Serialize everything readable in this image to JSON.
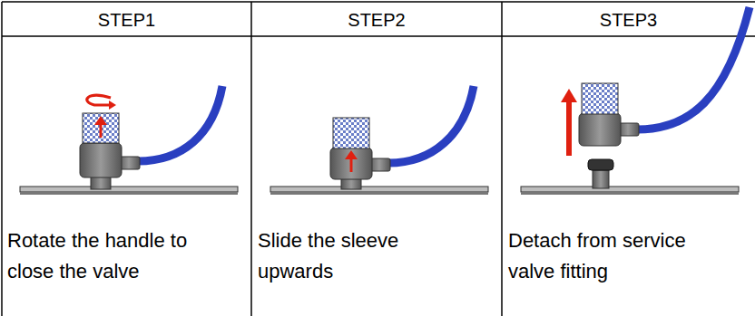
{
  "diagram": {
    "labels": [
      "STEP1",
      "STEP2",
      "STEP3",
      "Rotate the handle to close the valve",
      "Slide the sleeve upwards",
      "Detach from service valve fitting"
    ]
  }
}
